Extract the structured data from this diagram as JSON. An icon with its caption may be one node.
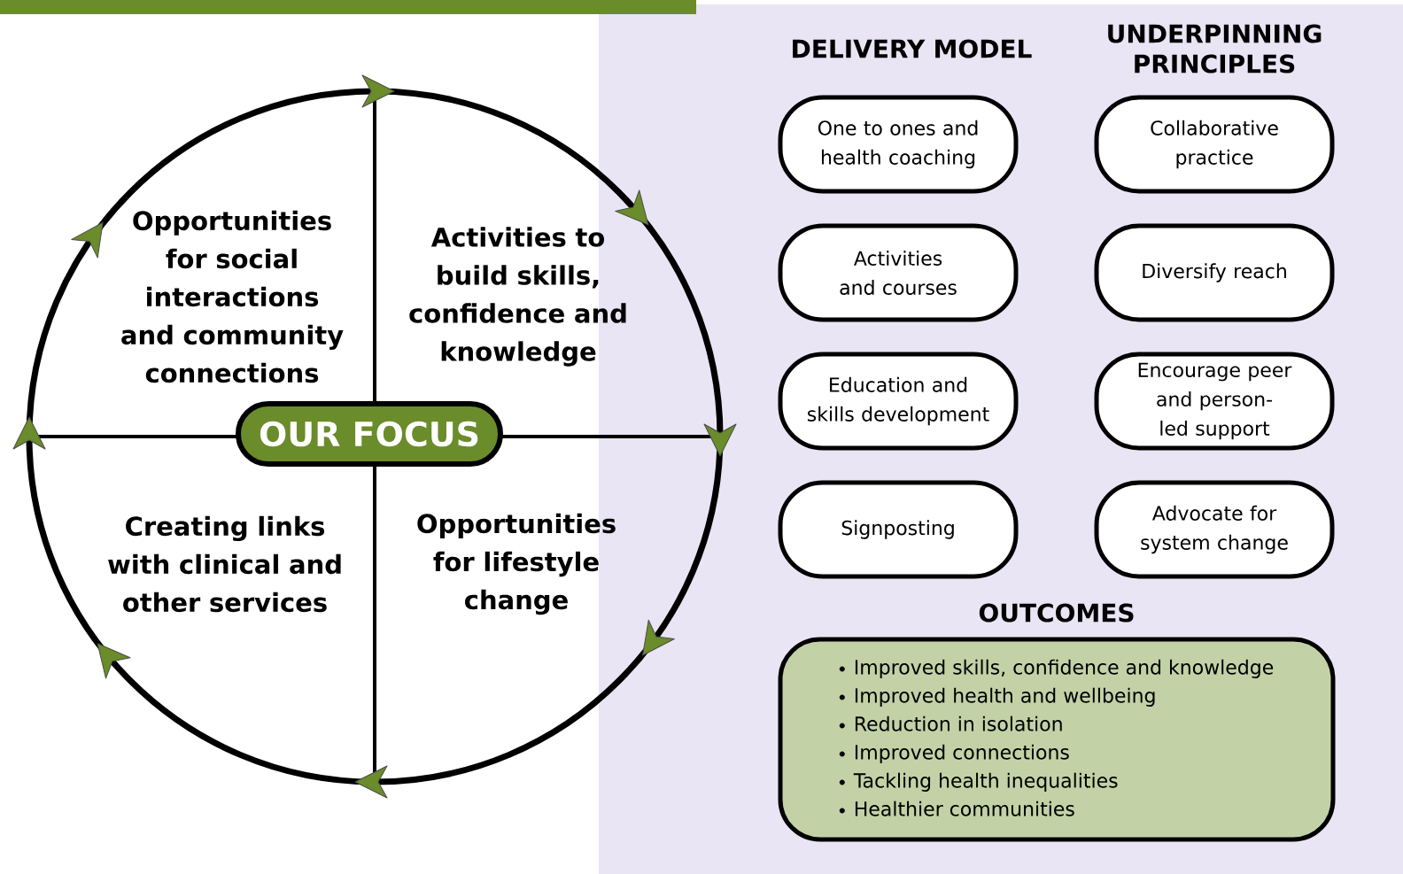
{
  "diagram": {
    "nodes": [
      {
        "text": [
          "OUR FOCUS"
        ]
      },
      {
        "text": [
          "Opportunities for social interactions and community connections"
        ]
      },
      {
        "text": [
          "Activities to build skills, confidence and knowledge"
        ]
      },
      {
        "text": [
          "Creating links with clinical and other services"
        ]
      },
      {
        "text": [
          "Opportunities for lifestyle change"
        ]
      },
      {
        "text": [
          "One to ones and health coaching"
        ]
      },
      {
        "text": [
          "Collaborative practice"
        ]
      },
      {
        "text": [
          "Activities and courses"
        ]
      },
      {
        "text": [
          "Diversify reach"
        ]
      },
      {
        "text": [
          "Education and skills development"
        ]
      },
      {
        "text": [
          "Encourage peer and person-led support"
        ]
      },
      {
        "text": [
          "Signposting"
        ]
      },
      {
        "text": [
          "Advocate for system change"
        ]
      },
      {
        "text": [
          "OUTCOMES",
          "Improved skills, confidence and knowledge",
          "Improved health and wellbeing",
          "Reduction in isolation",
          "Improved connections",
          "Tackling health inequalities",
          "Healthier communities"
        ]
      }
    ],
    "edges": [],
    "labels": [
      "DELIVERY MODEL",
      "UNDERPINNING PRINCIPLES"
    ]
  }
}
